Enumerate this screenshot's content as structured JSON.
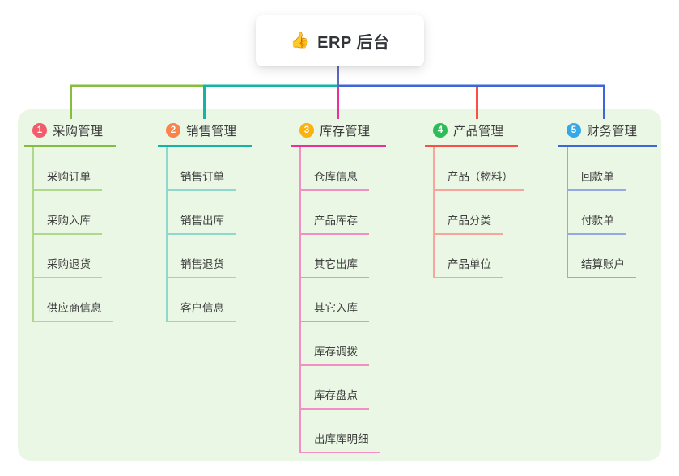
{
  "root": {
    "title": "ERP 后台",
    "icon": "👍",
    "line_color": "#5b6ac1"
  },
  "canvas": {
    "background": "#ffffff",
    "panel_background": "#eaf7e5"
  },
  "branches": [
    {
      "badge": "1",
      "badge_color": "#f25b69",
      "label": "采购管理",
      "line_color": "#85bd41",
      "child_line_color": "#b0d88d",
      "children": [
        "采购订单",
        "采购入库",
        "采购退货",
        "供应商信息"
      ]
    },
    {
      "badge": "2",
      "badge_color": "#f9824d",
      "label": "销售管理",
      "line_color": "#10b5a3",
      "child_line_color": "#8fd8cb",
      "children": [
        "销售订单",
        "销售出库",
        "销售退货",
        "客户信息"
      ]
    },
    {
      "badge": "3",
      "badge_color": "#fbb10e",
      "label": "库存管理",
      "line_color": "#e93298",
      "child_line_color": "#f48fc3",
      "children": [
        "仓库信息",
        "产品库存",
        "其它出库",
        "其它入库",
        "库存调拨",
        "库存盘点",
        "出库库明细"
      ]
    },
    {
      "badge": "4",
      "badge_color": "#2dbd58",
      "label": "产品管理",
      "line_color": "#fa4f46",
      "child_line_color": "#f9a59d",
      "children": [
        "产品（物料）",
        "产品分类",
        "产品单位"
      ]
    },
    {
      "badge": "5",
      "badge_color": "#36a8ea",
      "label": "财务管理",
      "line_color": "#3f66d8",
      "child_line_color": "#96a9e4",
      "children": [
        "回款单",
        "付款单",
        "结算账户"
      ]
    }
  ]
}
